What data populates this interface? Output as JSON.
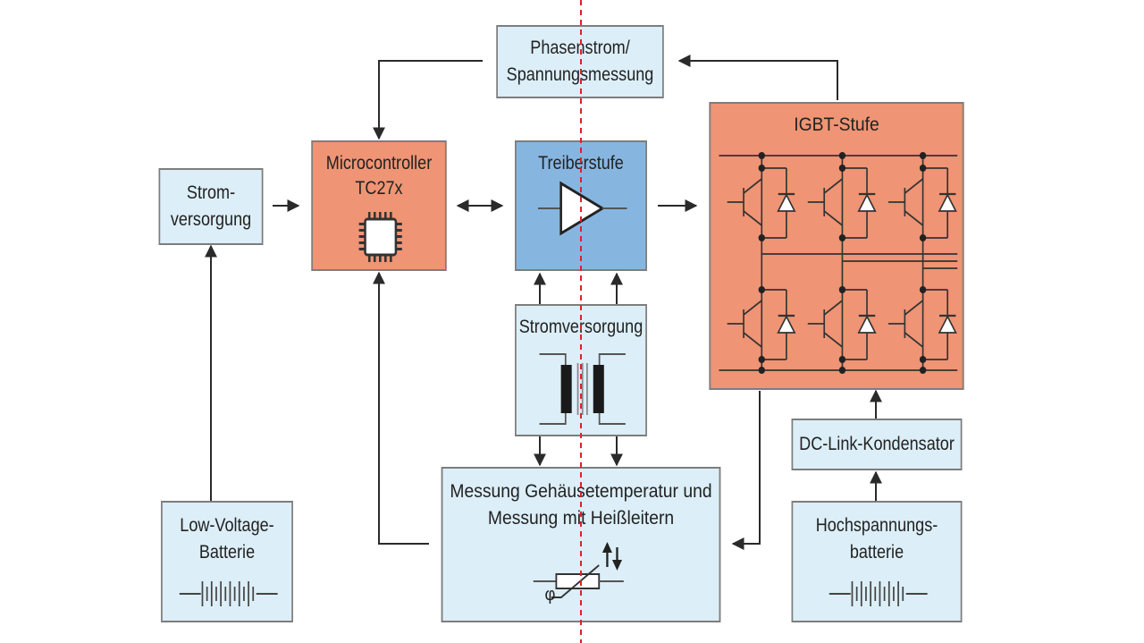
{
  "blocks": {
    "phasenstrom": {
      "line1": "Phasenstrom/",
      "line2": "Spannungsmessung"
    },
    "microcontroller": {
      "line1": "Microcontroller",
      "line2": "TC27x",
      "chip_icon": "chip-icon"
    },
    "treiberstufe": {
      "title": "Treiberstufe",
      "amplifier_icon": "amplifier-icon"
    },
    "igbt": {
      "title": "IGBT-Stufe",
      "switch_icon": "igbt-switch-icon"
    },
    "stromversorgung_left": {
      "line1": "Strom-",
      "line2": "versorgung"
    },
    "stromversorgung_mid": {
      "title": "Stromversorgung",
      "transformer_icon": "transformer-icon"
    },
    "messung": {
      "line1": "Messung Gehäusetemperatur und",
      "line2": "Messung mit Heißleitern",
      "phi": "φ",
      "thermistor_icon": "thermistor-icon"
    },
    "dclink": {
      "title": "DC-Link-Kondensator"
    },
    "lv_batterie": {
      "line1": "Low-Voltage-",
      "line2": "Batterie",
      "battery_icon": "battery-icon"
    },
    "hv_batterie": {
      "line1": "Hochspannungs-",
      "line2": "batterie",
      "battery_icon": "battery-icon"
    }
  },
  "colors": {
    "light_fill": "#dceef7",
    "orange_fill": "#ef9474",
    "blue_fill": "#86b6e0",
    "border": "#7d7d7d",
    "wire": "#2a2a2a",
    "isolation_line": "#e0202a"
  }
}
